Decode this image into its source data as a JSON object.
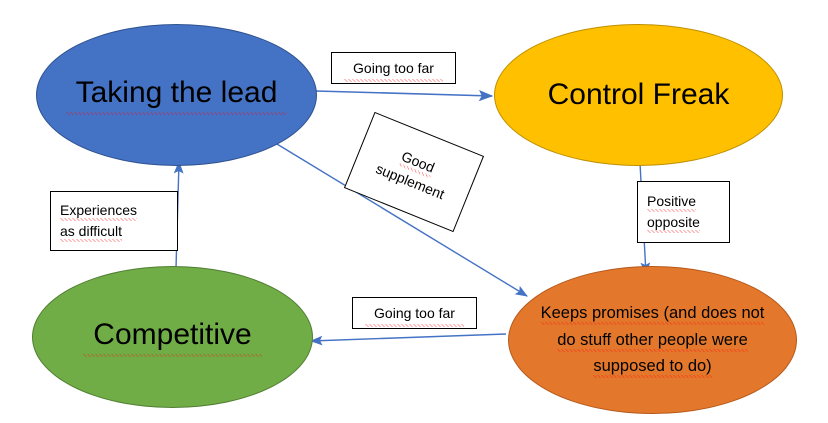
{
  "diagram": {
    "title": "Taking the lead / Control Freak behaviour map",
    "background": "#ffffff",
    "nodes": [
      {
        "id": "taking-the-lead",
        "label": "Taking the lead",
        "fill": "#4472C4",
        "stroke": "#2F528F",
        "spellcheck_underline": true
      },
      {
        "id": "control-freak",
        "label": "Control Freak",
        "fill": "#FFC000",
        "stroke": "#BF9000",
        "spellcheck_underline": false
      },
      {
        "id": "competitive",
        "label": "Competitive",
        "fill": "#70AD47",
        "stroke": "#507E32",
        "spellcheck_underline": true
      },
      {
        "id": "keeps-promises",
        "label": "Keeps promises (and does not do stuff other people were supposed to do)",
        "fill": "#E3782C",
        "stroke": "#B5591B",
        "spellcheck_underline": true,
        "lines": [
          "Keeps promises (and does not",
          "do stuff other people were",
          "supposed to do)"
        ]
      }
    ],
    "edge_labels": {
      "going_too_far_top": "Going too far",
      "going_too_far_bottom": "Going too far",
      "experiences_line1": "Experiences",
      "experiences_line2": "as difficult",
      "positive_line1": "Positive",
      "positive_line2": "opposite",
      "good_supplement_line1": "Good",
      "good_supplement_line2": "supplement"
    },
    "edges": [
      {
        "id": "taking-the-lead-to-control-freak",
        "from": "taking-the-lead",
        "to": "control-freak",
        "label": "Going too far",
        "color": "#4472C4"
      },
      {
        "id": "control-freak-to-keeps-promises",
        "from": "control-freak",
        "to": "keeps-promises",
        "label": "Positive opposite",
        "color": "#4472C4"
      },
      {
        "id": "keeps-promises-to-competitive",
        "from": "keeps-promises",
        "to": "competitive",
        "label": "Going too far",
        "color": "#4472C4"
      },
      {
        "id": "competitive-to-taking-the-lead",
        "from": "competitive",
        "to": "taking-the-lead",
        "label": "Experiences as difficult",
        "color": "#4472C4"
      },
      {
        "id": "taking-the-lead-to-keeps-promises",
        "from": "taking-the-lead",
        "to": "keeps-promises",
        "label": "Good supplement",
        "color": "#4472C4"
      }
    ]
  }
}
